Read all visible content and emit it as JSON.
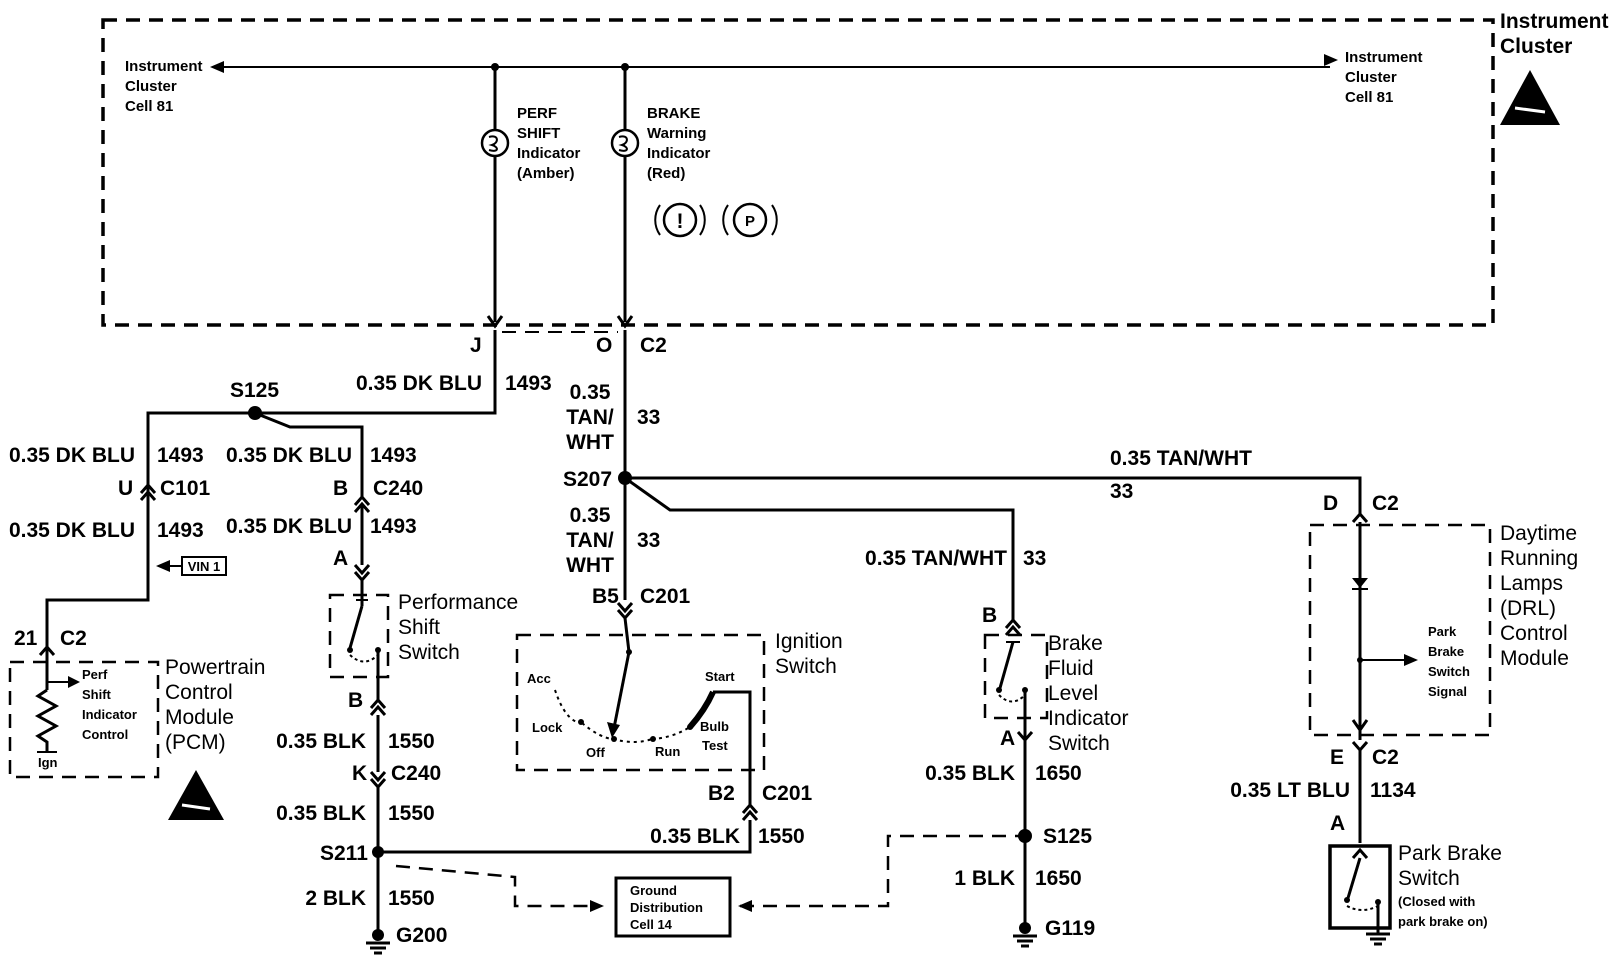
{
  "instrument_cluster": {
    "title": [
      "Instrument",
      "Cluster"
    ],
    "left_ref": [
      "Instrument",
      "Cluster",
      "Cell 81"
    ],
    "right_ref": [
      "Instrument",
      "Cluster",
      "Cell 81"
    ],
    "perf_indicator": [
      "PERF",
      "SHIFT",
      "Indicator",
      "(Amber)"
    ],
    "brake_indicator": [
      "BRAKE",
      "Warning",
      "Indicator",
      "(Red)"
    ],
    "brake_symbols": [
      "!",
      "P"
    ]
  },
  "connectors": {
    "cluster_pin_j": "J",
    "cluster_pin_o": "O",
    "cluster_conn": "C2",
    "c101_pin": "U",
    "c101": "C101",
    "c240_pin_b": "B",
    "c240": "C240",
    "pss_pin_a": "A",
    "pss_pin_b": "B",
    "c240_pin_k": "K",
    "c240b": "C240",
    "pcm_pin": "21",
    "pcm_conn": "C2",
    "ign_pin_b5": "B5",
    "c201": "C201",
    "ign_pin_b2": "B2",
    "c201b": "C201",
    "bf_pin_b": "B",
    "bf_pin_a": "A",
    "drl_pin_d": "D",
    "drl_conn_top": "C2",
    "drl_pin_e": "E",
    "drl_conn_bot": "C2",
    "pb_pin_a": "A"
  },
  "splices": {
    "s125_top": "S125",
    "s207": "S207",
    "s211": "S211",
    "s125_bot": "S125"
  },
  "grounds": {
    "g200": "G200",
    "g119": "G119"
  },
  "wires": {
    "w_j_top": {
      "gauge": "0.35 DK BLU",
      "circuit": "1493"
    },
    "w_left_top": {
      "gauge": "0.35 DK BLU",
      "circuit": "1493"
    },
    "w_mid_top": {
      "gauge": "0.35 DK BLU",
      "circuit": "1493"
    },
    "w_left_bot": {
      "gauge": "0.35 DK BLU",
      "circuit": "1493"
    },
    "w_mid_bot": {
      "gauge": "0.35 DK BLU",
      "circuit": "1493"
    },
    "w_tan_top": {
      "gauge": [
        "0.35",
        "TAN/",
        "WHT"
      ],
      "circuit": "33"
    },
    "w_tan_mid": {
      "gauge": [
        "0.35",
        "TAN/",
        "WHT"
      ],
      "circuit": "33"
    },
    "w_tan_right": {
      "gauge": "0.35 TAN/WHT",
      "circuit": "33"
    },
    "w_tan_bf": {
      "gauge": "0.35 TAN/WHT",
      "circuit": "33"
    },
    "w_blk_pss": {
      "gauge": "0.35 BLK",
      "circuit": "1550"
    },
    "w_blk_k": {
      "gauge": "0.35 BLK",
      "circuit": "1550"
    },
    "w_blk_ign": {
      "gauge": "0.35 BLK",
      "circuit": "1550"
    },
    "w_blk_g200": {
      "gauge": "2 BLK",
      "circuit": "1550"
    },
    "w_blk_bf": {
      "gauge": "0.35 BLK",
      "circuit": "1650"
    },
    "w_blk_g119": {
      "gauge": "1 BLK",
      "circuit": "1650"
    },
    "w_ltblu": {
      "gauge": "0.35 LT BLU",
      "circuit": "1134"
    }
  },
  "components": {
    "pcm": {
      "name": [
        "Powertrain",
        "Control",
        "Module",
        "(PCM)"
      ],
      "internal": [
        "Perf",
        "Shift",
        "Indicator",
        "Control"
      ],
      "ign": "Ign"
    },
    "vin_tag": "VIN 1",
    "perf_switch": [
      "Performance",
      "Shift",
      "Switch"
    ],
    "ignition": {
      "name": [
        "Ignition",
        "Switch"
      ],
      "positions": [
        "Acc",
        "Lock",
        "Off",
        "Run",
        "Start"
      ],
      "bulb_test": [
        "Bulb",
        "Test"
      ]
    },
    "brake_fluid": [
      "Brake",
      "Fluid",
      "Level",
      "Indicator",
      "Switch"
    ],
    "drl": {
      "name": [
        "Daytime",
        "Running",
        "Lamps",
        "(DRL)",
        "Control",
        "Module"
      ],
      "signal": [
        "Park",
        "Brake",
        "Switch",
        "Signal"
      ]
    },
    "park_brake": {
      "name": [
        "Park Brake",
        "Switch"
      ],
      "note": [
        "(Closed with",
        "park brake on)"
      ]
    },
    "ground_dist": [
      "Ground",
      "Distribution",
      "Cell 14"
    ]
  }
}
